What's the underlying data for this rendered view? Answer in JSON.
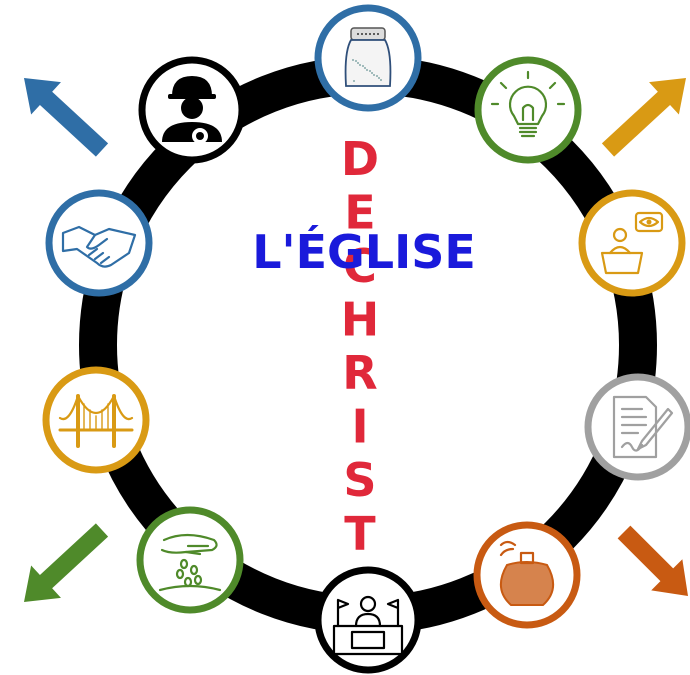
{
  "title": {
    "horizontal": "L'ÉGLISE",
    "vertical": [
      "D",
      "E",
      "C",
      "H",
      "R",
      "I",
      "S",
      "T"
    ],
    "horizontal_color": "#1a1adb",
    "vertical_color": "#e0283a"
  },
  "ring": {
    "color": "#000000"
  },
  "nodes": [
    {
      "icon": "salt-shaker-icon",
      "color": "#2f6ea6"
    },
    {
      "icon": "lightbulb-icon",
      "color": "#4f8a2a"
    },
    {
      "icon": "speaker-podium-icon",
      "color": "#d99a14"
    },
    {
      "icon": "document-pen-icon",
      "color": "#a0a0a0"
    },
    {
      "icon": "perfume-bottle-icon",
      "color": "#c85a12"
    },
    {
      "icon": "judge-bench-icon",
      "color": "#000000"
    },
    {
      "icon": "sowing-hand-icon",
      "color": "#4f8a2a"
    },
    {
      "icon": "bridge-icon",
      "color": "#d99a14"
    },
    {
      "icon": "handshake-icon",
      "color": "#2f6ea6"
    },
    {
      "icon": "worker-gear-icon",
      "color": "#000000"
    }
  ],
  "arrows": [
    {
      "icon": "arrow-up-left-icon",
      "color": "#2f6ea6"
    },
    {
      "icon": "arrow-up-right-icon",
      "color": "#d99a14"
    },
    {
      "icon": "arrow-down-left-icon",
      "color": "#4f8a2a"
    },
    {
      "icon": "arrow-down-right-icon",
      "color": "#c85a12"
    }
  ]
}
